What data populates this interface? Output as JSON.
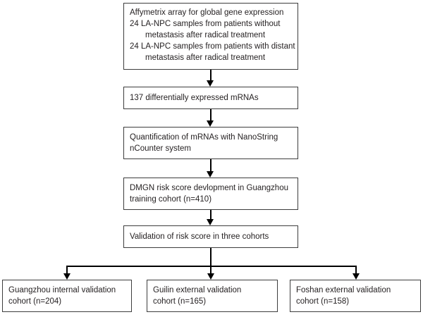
{
  "figure": {
    "type": "flowchart",
    "background": "#ffffff",
    "colors": {
      "box_border": "#3d3d3d",
      "text": "#231f20",
      "arrow": "#000000",
      "background": "#ffffff"
    },
    "boxes": {
      "affymetrix": {
        "lines": [
          "Affymetrix array for global gene expression",
          "24 LA-NPC samples from patients without",
          "metastasis after radical treatment",
          "24 LA-NPC samples from patients with distant",
          "metastasis after radical treatment"
        ]
      },
      "mrnas": {
        "lines": [
          "137 differentially expressed mRNAs"
        ]
      },
      "nanostring": {
        "lines": [
          "Quantification of mRNAs with NanoString",
          "nCounter system"
        ]
      },
      "dmgn": {
        "lines": [
          "DMGN risk score devlopment in Guangzhou",
          "training cohort (n=410)"
        ]
      },
      "validation": {
        "lines": [
          "Validation of risk score in three cohorts"
        ]
      },
      "guangzhou": {
        "lines": [
          "Guangzhou internal validation",
          "cohort (n=204)"
        ]
      },
      "guilin": {
        "lines": [
          "Guilin external validation",
          "cohort (n=165)"
        ]
      },
      "foshan": {
        "lines": [
          "Foshan external validation",
          "cohort (n=158)"
        ]
      }
    }
  }
}
